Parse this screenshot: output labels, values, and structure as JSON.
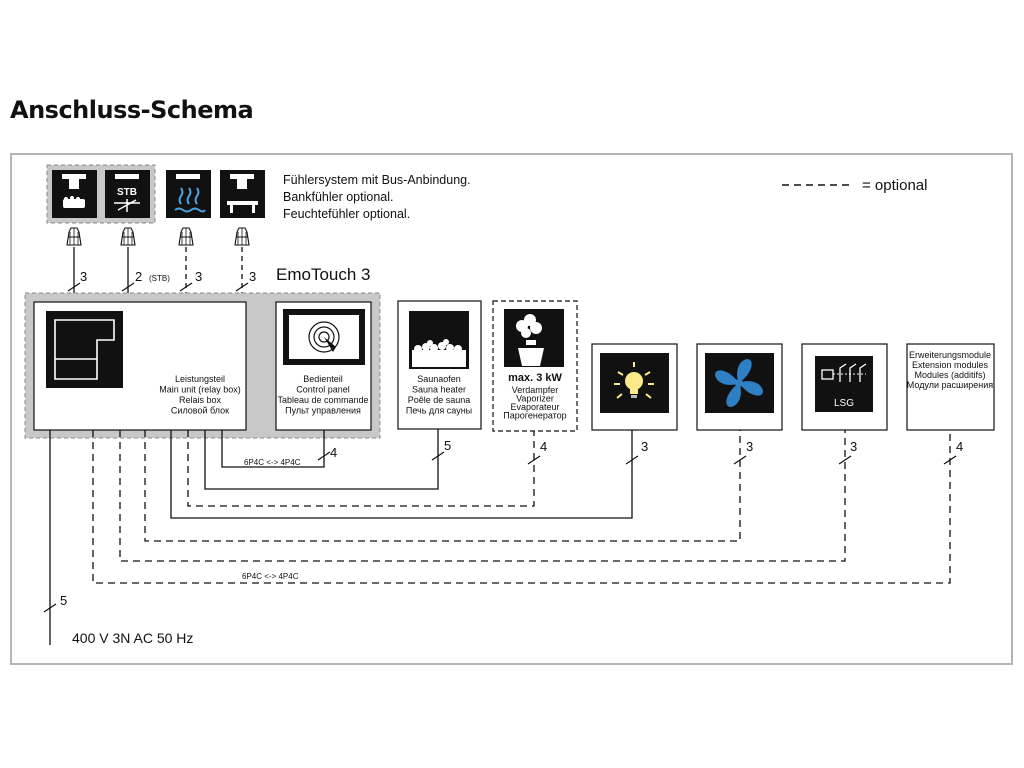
{
  "title": "Anschluss-Schema",
  "note": {
    "line1": "Fühlersystem mit Bus-Anbindung.",
    "line2": "Bankfühler optional.",
    "line3": "Feuchtefühler optional."
  },
  "legend": {
    "label": "= optional"
  },
  "controller_name": "EmoTouch 3",
  "sensors": {
    "stb_label": "STB",
    "wire_counts": [
      "3",
      "2",
      "3",
      "3"
    ],
    "stb_suffix": "(STB)"
  },
  "main_unit": {
    "lines": [
      "Leistungsteil",
      "Main unit (relay box)",
      "Relais box",
      "Силовой блок"
    ]
  },
  "control_panel": {
    "lines": [
      "Bedienteil",
      "Control panel",
      "Tableau de commande",
      "Пульт управления"
    ]
  },
  "heater": {
    "lines": [
      "Saunaofen",
      "Sauna heater",
      "Poêle de sauna",
      "Печь для сауны"
    ]
  },
  "vaporizer": {
    "power": "max. 3 kW",
    "lines": [
      "Verdampfer",
      "Vaporizer",
      "Evaporateur",
      "Парогенератор"
    ]
  },
  "lsg": {
    "label": "LSG"
  },
  "extension": {
    "lines": [
      "Erweiterungsmodule",
      "Extension modules",
      "Modules (additifs)",
      "Модули расширения"
    ]
  },
  "wire_counts": {
    "control_panel": "4",
    "heater": "5",
    "vaporizer": "4",
    "light": "3",
    "fan": "3",
    "lsg": "3",
    "extension": "4",
    "power": "5"
  },
  "connectors": {
    "panel_adapter": "6P4C <-> 4P4C",
    "extension_adapter": "6P4C <-> 4P4C"
  },
  "power_supply": "400 V 3N AC 50 Hz"
}
